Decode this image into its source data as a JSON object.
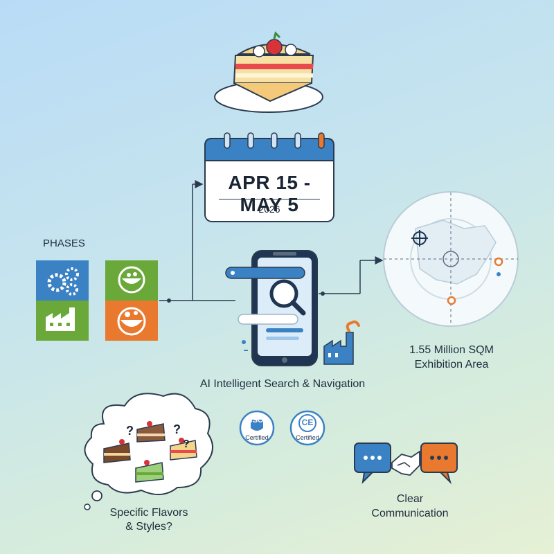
{
  "calendar": {
    "range": "APR 15 - MAY 5",
    "year": "2026"
  },
  "phases": {
    "title": "PHASES",
    "tiles": [
      {
        "icon": "gears-icon",
        "color": "#3b82c4"
      },
      {
        "icon": "bowl-icon",
        "color": "#6aa83a"
      },
      {
        "icon": "factory-icon",
        "color": "#6aa83a"
      },
      {
        "icon": "food-bowl-icon",
        "color": "#e8792f"
      }
    ]
  },
  "search": {
    "label": "AI Intelligent Search & Navigation"
  },
  "exhibition": {
    "line1": "1.55 Million SQM",
    "line2": "Exhibition Area"
  },
  "certs": [
    {
      "mark": "ISO",
      "label": "Certified"
    },
    {
      "mark": "CE",
      "label": "Certified"
    }
  ],
  "flavors": {
    "line1": "Specific Flavors",
    "line2": "& Styles?"
  },
  "communication": {
    "line1": "Clear",
    "line2": "Communication"
  },
  "colors": {
    "blue": "#3b82c4",
    "green": "#6aa83a",
    "orange": "#e8792f",
    "navy": "#1f3552"
  }
}
